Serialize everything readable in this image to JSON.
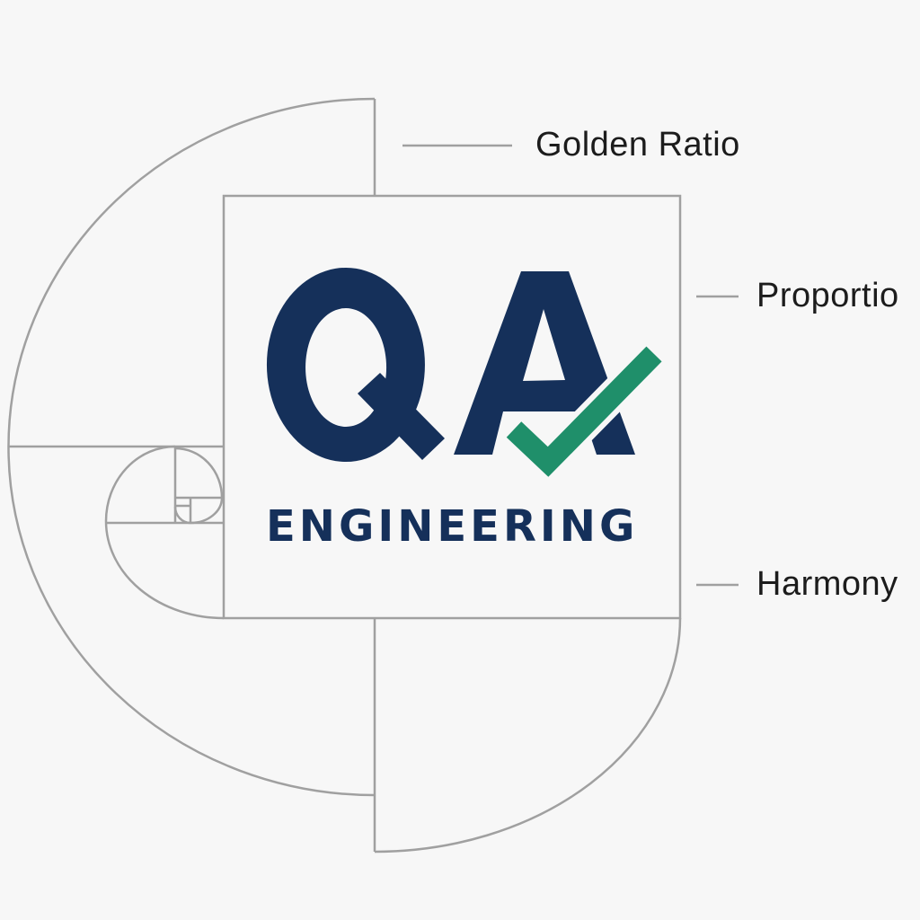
{
  "logo": {
    "letters": "QA",
    "subtitle": "ENGINEERING",
    "check_icon": "checkmark"
  },
  "labels": [
    "Golden Ratio",
    "Proportio",
    "Harmony"
  ],
  "colors": {
    "navy": "#15305a",
    "green": "#1f8f6a",
    "line": "#a0a0a0",
    "background": "#f7f7f7"
  }
}
